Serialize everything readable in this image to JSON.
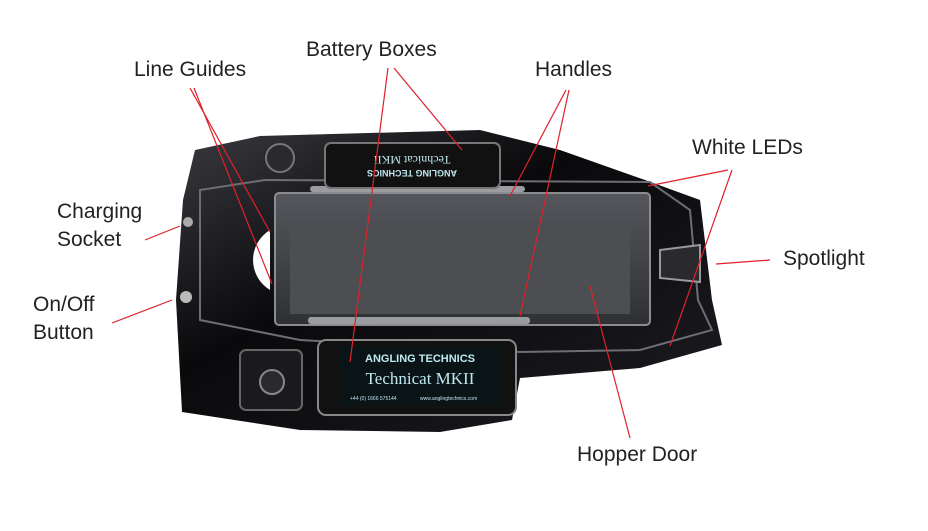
{
  "labels": {
    "line_guides": "Line Guides",
    "battery_boxes": "Battery Boxes",
    "handles": "Handles",
    "white_leds": "White LEDs",
    "spotlight": "Spotlight",
    "charging_socket_1": "Charging",
    "charging_socket_2": "Socket",
    "onoff_1": "On/Off",
    "onoff_2": "Button",
    "hopper_door": "Hopper Door"
  },
  "plate_front": {
    "brand": "ANGLING TECHNICS",
    "model": "Technicat MKII",
    "phone": "+44 (0) 1666 575144",
    "web": "www.anglingtechnics.com"
  },
  "plate_rear": {
    "brand": "ANGLING TECHNICS",
    "model": "Technicat MKII"
  },
  "colors": {
    "leader": "#e0202a",
    "hull": "#0b0b0d",
    "plate_text": "#bfe8f0"
  }
}
